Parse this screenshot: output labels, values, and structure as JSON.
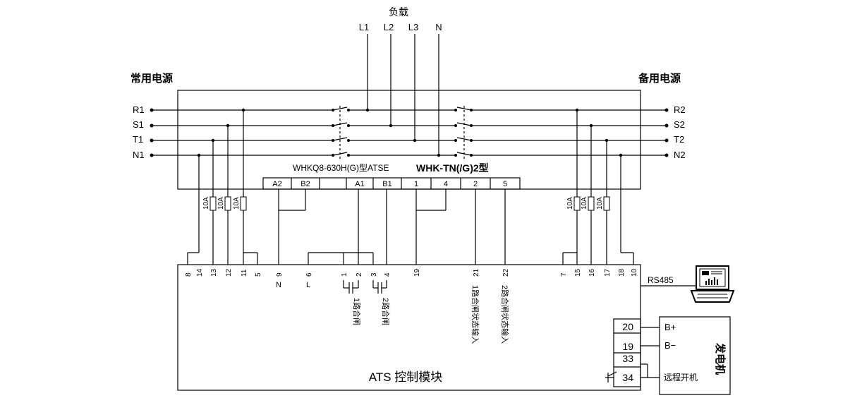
{
  "load": {
    "title": "负载",
    "terminals": [
      "L1",
      "L2",
      "L3",
      "N"
    ]
  },
  "sources": {
    "normal_title": "常用电源",
    "backup_title": "备用电源",
    "normal_lines": [
      "R1",
      "S1",
      "T1",
      "N1"
    ],
    "backup_lines": [
      "R2",
      "S2",
      "T2",
      "N2"
    ]
  },
  "atse": {
    "model_label": "WHKQ8-630H(G)型ATSE",
    "controller_label": "WHK-TN(/G)2型",
    "terminals": [
      "A2",
      "B2",
      "",
      "A1",
      "B1",
      "1",
      "4",
      "2",
      "5"
    ]
  },
  "fuses": {
    "rating": "10A"
  },
  "module": {
    "title": "ATS 控制模块",
    "pins_left": [
      "8",
      "14",
      "13",
      "12",
      "11",
      "5"
    ],
    "pins_mid": [
      "9",
      "6",
      "1",
      "2",
      "3",
      "4",
      "19",
      "21",
      "22"
    ],
    "pins_right": [
      "7",
      "15",
      "16",
      "17",
      "18",
      "10"
    ],
    "pin_n": "N",
    "pin_l": "L",
    "close1": "1路合闸",
    "close2": "2路合闸",
    "status1": "1路合闸状态输入",
    "status2": "2路合闸状态输入",
    "rs485": "RS485",
    "gen_pins": [
      "20",
      "19",
      "33",
      "34"
    ]
  },
  "generator": {
    "title": "发电机",
    "b_plus": "B+",
    "b_minus": "B−",
    "remote_start": "远程开机"
  }
}
